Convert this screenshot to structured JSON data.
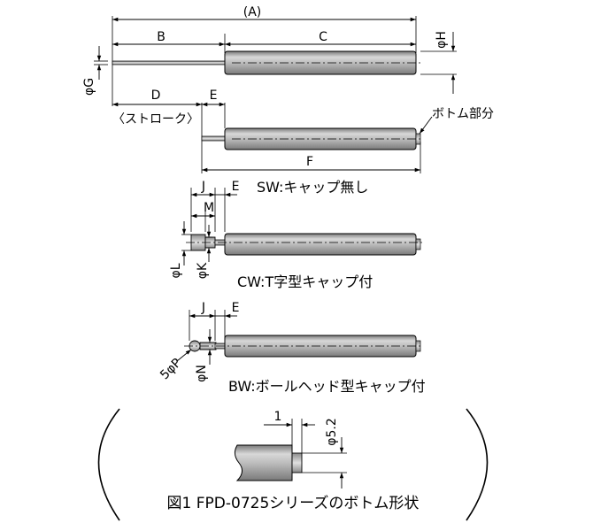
{
  "labels": {
    "A": "(A)",
    "B": "B",
    "C": "C",
    "H": "φH",
    "G": "φG",
    "D": "D",
    "E": "E",
    "stroke": "〈ストローク〉",
    "bottom_part": "ボトム部分",
    "F": "F",
    "J": "J",
    "M": "M",
    "L": "φL",
    "K": "φK",
    "P": "5φP",
    "N": "φN",
    "one": "1",
    "dia52": "φ5.2"
  },
  "captions": {
    "sw": "SW:キャップ無し",
    "cw": "CW:T字型キャップ付",
    "bw": "BW:ボールヘッド型キャップ付"
  },
  "figure_title": "図1 FPD-0725シリーズのボトム形状"
}
